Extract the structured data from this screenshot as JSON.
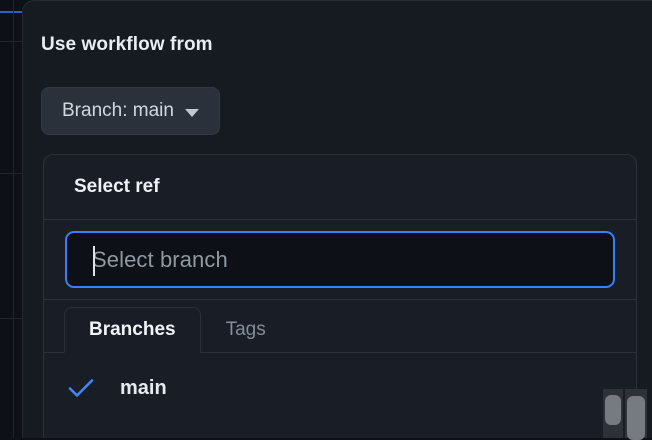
{
  "dialog": {
    "title": "Use workflow from",
    "branch_button": {
      "label": "Branch: main",
      "caret_icon": "chevron-down-icon"
    }
  },
  "ref_panel": {
    "header_title": "Select ref",
    "search": {
      "placeholder": "Select branch",
      "value": "",
      "focused": true
    },
    "tabs": [
      {
        "label": "Branches",
        "active": true
      },
      {
        "label": "Tags",
        "active": false
      }
    ],
    "refs": [
      {
        "name": "main",
        "selected": true,
        "check_icon": "check-icon"
      }
    ]
  },
  "scrollbars": {
    "inner": {
      "name": "list-scrollbar"
    },
    "outer": {
      "name": "page-scrollbar"
    }
  },
  "colors": {
    "accent_blue": "#3b7ef5",
    "check_blue": "#4285f4",
    "dialog_bg": "#161b22",
    "panel_bg": "#191d26",
    "input_bg": "#0d1117",
    "button_bg": "#2b313b",
    "border": "#2b313b",
    "text_primary": "#e9edf3",
    "text_muted": "#848d99"
  }
}
